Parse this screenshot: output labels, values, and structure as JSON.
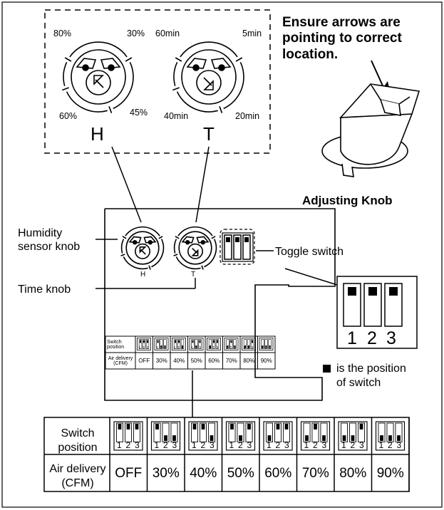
{
  "dials": {
    "h_letter": "H",
    "t_letter": "T",
    "h_labels": [
      "80%",
      "30%",
      "60%",
      "45%"
    ],
    "t_labels": [
      "60min",
      "5min",
      "40min",
      "20min"
    ]
  },
  "warning": [
    "Ensure arrows are",
    "pointing to correct",
    "location."
  ],
  "knob_caption": "Adjusting Knob",
  "labels": {
    "humidity": [
      "Humidity",
      "sensor knob"
    ],
    "time_knob": "Time knob",
    "toggle_switch": "Toggle switch",
    "switch_digits": [
      "1",
      "2",
      "3"
    ],
    "legend": [
      "is the position",
      "of switch"
    ]
  },
  "table": {
    "row1_header": [
      "Switch",
      "position"
    ],
    "row2_header": [
      "Air delivery",
      "(CFM)"
    ],
    "values": [
      "OFF",
      "30%",
      "40%",
      "50%",
      "60%",
      "70%",
      "80%",
      "90%"
    ],
    "positions": [
      [
        "up",
        "up",
        "up"
      ],
      [
        "up",
        "down",
        "down"
      ],
      [
        "up",
        "up",
        "down"
      ],
      [
        "up",
        "down",
        "up"
      ],
      [
        "down",
        "up",
        "up"
      ],
      [
        "down",
        "up",
        "down"
      ],
      [
        "down",
        "down",
        "up"
      ],
      [
        "down",
        "down",
        "down"
      ]
    ]
  },
  "mini_table": {
    "row1_header": [
      "Switch",
      "position"
    ],
    "row2_header": [
      "Air delivery",
      "(CFM)"
    ]
  }
}
